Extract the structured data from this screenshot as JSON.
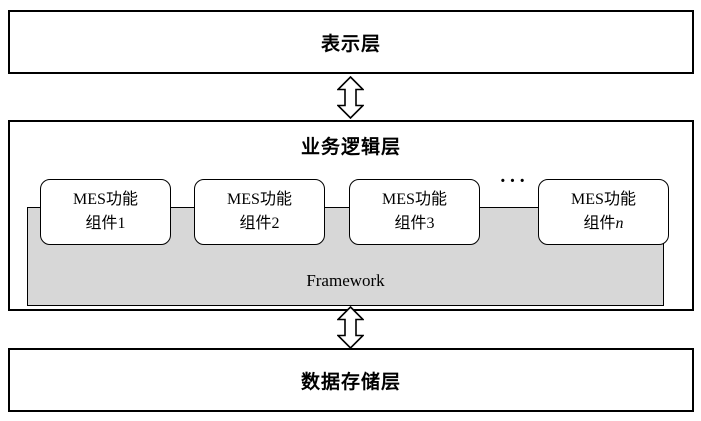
{
  "layers": {
    "presentation": "表示层",
    "business": "业务逻辑层",
    "framework": "Framework",
    "data": "数据存储层"
  },
  "components": [
    {
      "line1": "MES功能",
      "line2_base": "组件",
      "index": "1"
    },
    {
      "line1": "MES功能",
      "line2_base": "组件",
      "index": "2"
    },
    {
      "line1": "MES功能",
      "line2_base": "组件",
      "index": "3"
    },
    {
      "line1": "MES功能",
      "line2_base": "组件",
      "index": "n"
    }
  ],
  "ellipsis": "···",
  "colors": {
    "framework_fill": "#d7d7d7",
    "border": "#000000",
    "box_fill": "#ffffff"
  }
}
